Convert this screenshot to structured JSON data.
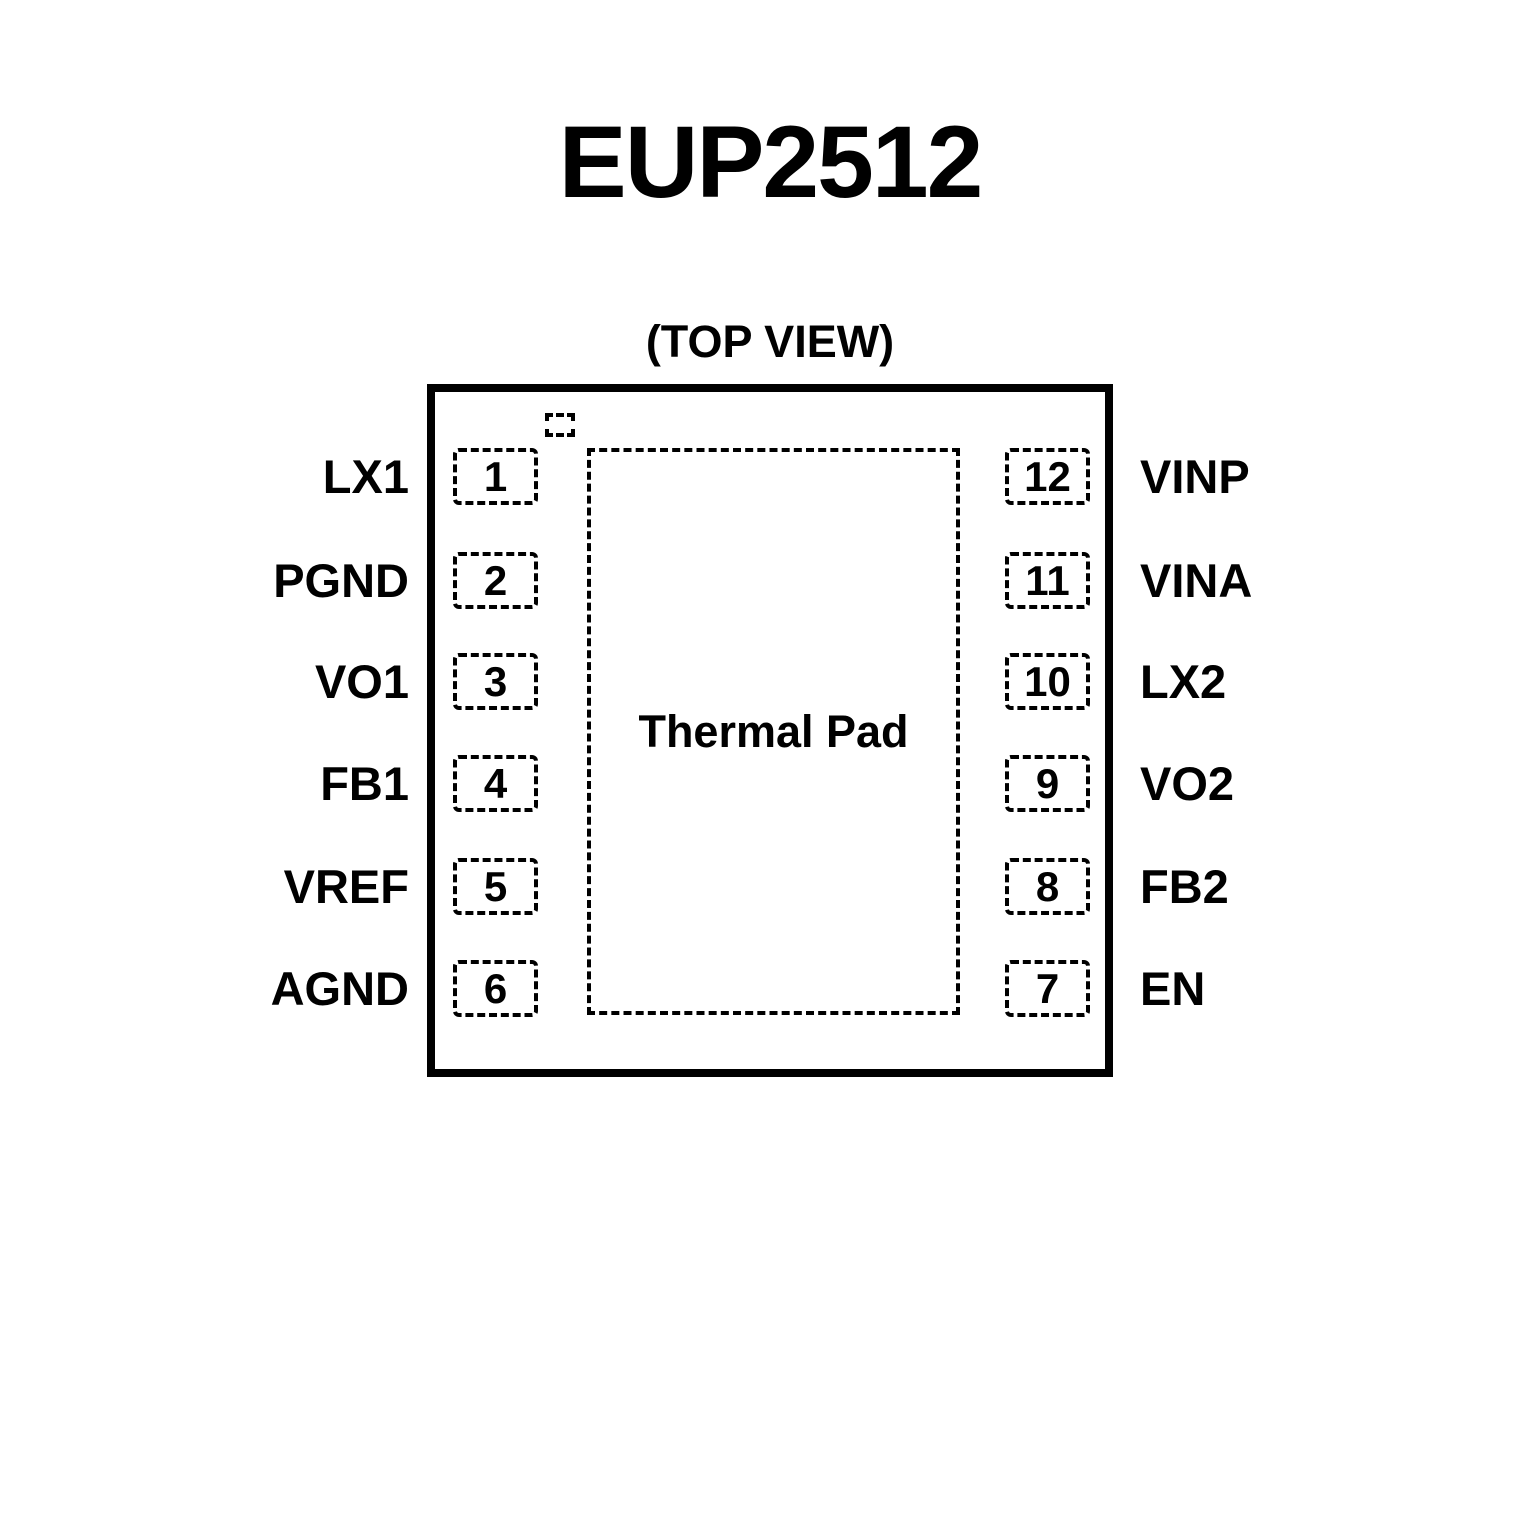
{
  "title": "EUP2512",
  "view_label": "(TOP VIEW)",
  "thermal_pad_label": "Thermal Pad",
  "colors": {
    "ink": "#000000",
    "background": "#ffffff"
  },
  "package": {
    "type": "12-pin package pinout, top view",
    "left_pins": [
      {
        "number": "1",
        "name": "LX1"
      },
      {
        "number": "2",
        "name": "PGND"
      },
      {
        "number": "3",
        "name": "VO1"
      },
      {
        "number": "4",
        "name": "FB1"
      },
      {
        "number": "5",
        "name": "VREF"
      },
      {
        "number": "6",
        "name": "AGND"
      }
    ],
    "right_pins": [
      {
        "number": "12",
        "name": "VINP"
      },
      {
        "number": "11",
        "name": "VINA"
      },
      {
        "number": "10",
        "name": "LX2"
      },
      {
        "number": "9",
        "name": "VO2"
      },
      {
        "number": "8",
        "name": "FB2"
      },
      {
        "number": "7",
        "name": "EN"
      }
    ]
  }
}
